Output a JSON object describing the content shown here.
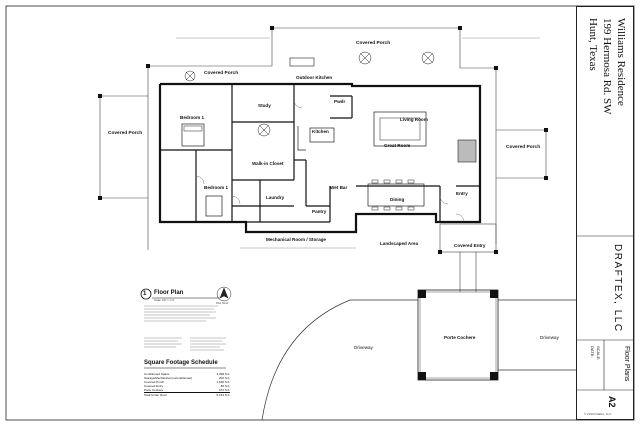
{
  "rooms": {
    "covered_porch_top": "Covered Porch",
    "covered_porch_upper_left": "Covered Porch",
    "outdoor_kitchen": "Outdoor Kitchen",
    "covered_porch_left": "Covered Porch",
    "covered_porch_right": "Covered Porch",
    "bedroom1": "Bedroom 1",
    "study": "Study",
    "powder": "Pwdr",
    "living_room": "Living Room",
    "kitchen": "Kitchen",
    "great_room": "Great Room",
    "walkin_closet": "Walk-in Closet",
    "bedroom2": "Bedroom 1",
    "laundry": "Laundry",
    "wet_bar": "Wet Bar",
    "dining": "Dining",
    "pantry": "Pantry",
    "entry": "Entry",
    "mechanical": "Mechanical Room / Storage",
    "landscaped_area": "Landscaped Area",
    "covered_entry": "Covered Entry",
    "porte_cochere": "Porte Cochere",
    "driveway_left": "Driveway",
    "driveway_right": "Driveway"
  },
  "plan": {
    "number": "1",
    "title": "Floor Plan",
    "scale": "Scale: 1/8\" = 1'-0\"",
    "north_label": "Plan North"
  },
  "schedule": {
    "title": "Square Footage Schedule",
    "rows": [
      {
        "label": "Conditioned Space",
        "value": "3,038 S.F."
      },
      {
        "label": "Storage/Mechanical (unconditioned)",
        "value": "202 S.F."
      },
      {
        "label": "Covered Porch",
        "value": "1,166 S.F."
      },
      {
        "label": "Covered Entry",
        "value": "86 S.F."
      },
      {
        "label": "Porte Cochere",
        "value": "672 S.F."
      }
    ],
    "total_label": "Total Under Roof",
    "total_value": "5,164 S.F."
  },
  "title_block": {
    "project_name": "Williams Residence",
    "address": "199 Hermosa Rd. SW",
    "city": "Hunt, Texas",
    "firm": "DRAFTEX, LLC",
    "sheet_title": "Floor Plans",
    "sheet_number": "A2",
    "scale_label": "SCALE:",
    "date_label": "DATE:",
    "copyright": "© 2013 Draftex, LLC"
  }
}
